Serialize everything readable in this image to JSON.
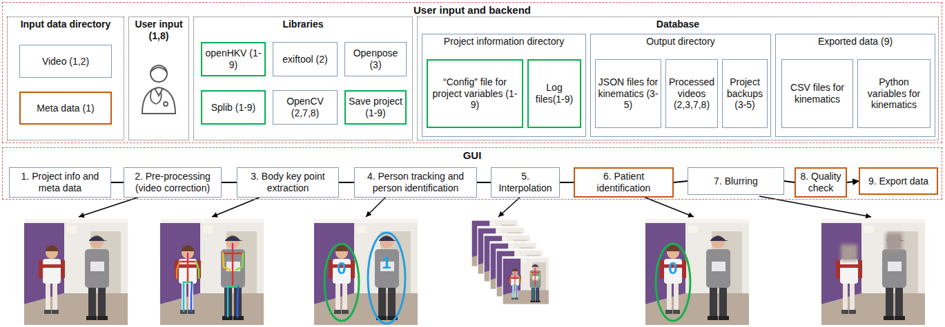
{
  "diagram": {
    "nodes": [
      {
        "text": [
          "User input and backend"
        ]
      },
      {
        "text": [
          "Input data directory"
        ],
        "in": 0
      },
      {
        "text": [
          "Video (1,2)"
        ],
        "in": 1
      },
      {
        "text": [
          "Meta data (1)"
        ],
        "in": 1
      },
      {
        "text": [
          "User input (1,8)"
        ],
        "in": 0
      },
      {
        "text": [
          "Libraries"
        ],
        "in": 0
      },
      {
        "text": [
          "openHKV (1-9)"
        ],
        "in": 5
      },
      {
        "text": [
          "exiftool (2)"
        ],
        "in": 5
      },
      {
        "text": [
          "Openpose (3)"
        ],
        "in": 5
      },
      {
        "text": [
          "Splib (1-9)"
        ],
        "in": 5
      },
      {
        "text": [
          "OpenCV (2,7,8)"
        ],
        "in": 5
      },
      {
        "text": [
          "Save project (1-9)"
        ],
        "in": 5
      },
      {
        "text": [
          "Database"
        ],
        "in": 0
      },
      {
        "text": [
          "Project information directory"
        ],
        "in": 12
      },
      {
        "text": [
          "“Config” file for project variables (1-9)"
        ],
        "in": 13
      },
      {
        "text": [
          "Log files(1-9)"
        ],
        "in": 13
      },
      {
        "text": [
          "Output directory"
        ],
        "in": 12
      },
      {
        "text": [
          "JSON files for kinematics (3-5)"
        ],
        "in": 16
      },
      {
        "text": [
          "Processed videos (2,3,7,8)"
        ],
        "in": 16
      },
      {
        "text": [
          "Project backups (3-5)"
        ],
        "in": 16
      },
      {
        "text": [
          "Exported data (9)"
        ],
        "in": 12
      },
      {
        "text": [
          "CSV files for kinematics"
        ],
        "in": 20
      },
      {
        "text": [
          "Python variables for kinematics"
        ],
        "in": 20
      },
      {
        "text": [
          "GUI"
        ]
      },
      {
        "text": [
          "1. Project info and meta data"
        ],
        "in": 23
      },
      {
        "text": [
          "2. Pre-processing (video correction)"
        ],
        "in": 23
      },
      {
        "text": [
          "3. Body key point extraction"
        ],
        "in": 23
      },
      {
        "text": [
          "4. Person tracking and person identification"
        ],
        "in": 23
      },
      {
        "text": [
          "5. Interpolation"
        ],
        "in": 23
      },
      {
        "text": [
          "6. Patient identification"
        ],
        "in": 23
      },
      {
        "text": [
          "7. Blurring"
        ],
        "in": 23
      },
      {
        "text": [
          "8. Quality check"
        ],
        "in": 23
      },
      {
        "text": [
          "9. Export data"
        ],
        "in": 23
      }
    ],
    "edges": [
      {
        "from": 24,
        "to": 25,
        "arrow": "none"
      },
      {
        "from": 25,
        "to": 26,
        "arrow": "none"
      },
      {
        "from": 26,
        "to": 27,
        "arrow": "none"
      },
      {
        "from": 27,
        "to": 28,
        "arrow": "none"
      },
      {
        "from": 28,
        "to": 29,
        "arrow": "none"
      },
      {
        "from": 29,
        "to": 30,
        "arrow": "none"
      },
      {
        "from": 30,
        "to": 31,
        "arrow": "none"
      },
      {
        "from": 31,
        "to": 32,
        "arrow": "to"
      }
    ],
    "labels": [
      "0",
      "1",
      "0"
    ]
  }
}
